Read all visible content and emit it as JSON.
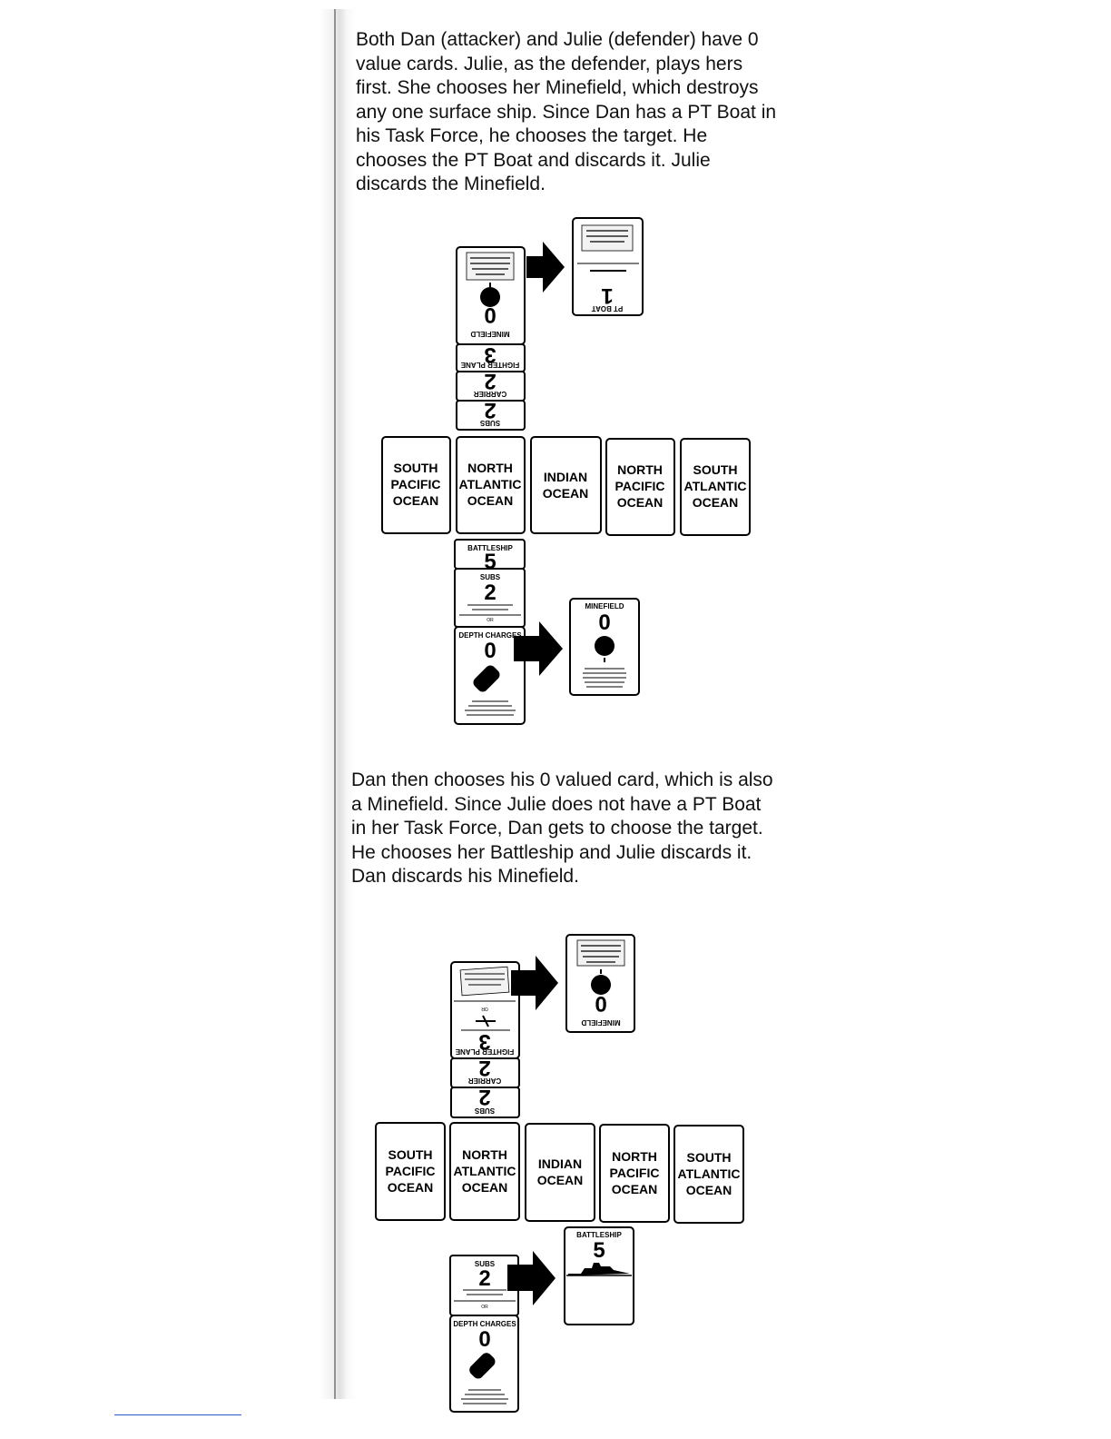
{
  "paragraphs": {
    "first": "Both Dan (attacker) and Julie (defender) have 0 value cards. Julie, as the defender, plays hers first. She chooses her Minefield, which destroys any one surface ship. Since Dan has a PT Boat in his Task Force, he chooses the target. He chooses the PT Boat and discards it. Julie discards the Minefield.",
    "second": "Dan then chooses his 0 valued card, which is also a Minefield. Since Julie does not have a PT Boat in her Task Force, Dan gets to choose the target. He chooses her Battleship and Julie discards it. Dan discards his Minefield."
  },
  "oceans": [
    {
      "line1": "SOUTH",
      "line2": "PACIFIC",
      "line3": "OCEAN"
    },
    {
      "line1": "NORTH",
      "line2": "ATLANTIC",
      "line3": "OCEAN"
    },
    {
      "line1": "INDIAN",
      "line2": "OCEAN",
      "line3": ""
    },
    {
      "line1": "NORTH",
      "line2": "PACIFIC",
      "line3": "OCEAN"
    },
    {
      "line1": "SOUTH",
      "line2": "ATLANTIC",
      "line3": "OCEAN"
    }
  ],
  "cards": {
    "minefield": {
      "title": "MINEFIELD",
      "value": "0"
    },
    "fighter_plane": {
      "title": "FIGHTER PLANE",
      "value": "3"
    },
    "carrier": {
      "title": "CARRIER",
      "value": "2"
    },
    "subs": {
      "title": "SUBS",
      "value": "2"
    },
    "battleship": {
      "title": "BATTLESHIP",
      "value": "5"
    },
    "depth_charges": {
      "title": "DEPTH CHARGES",
      "value": "0"
    },
    "pt_boat": {
      "title": "PT BOAT",
      "value": "1"
    },
    "or": "OR"
  },
  "colors": {
    "ink": "#000000",
    "paper": "#ffffff"
  }
}
